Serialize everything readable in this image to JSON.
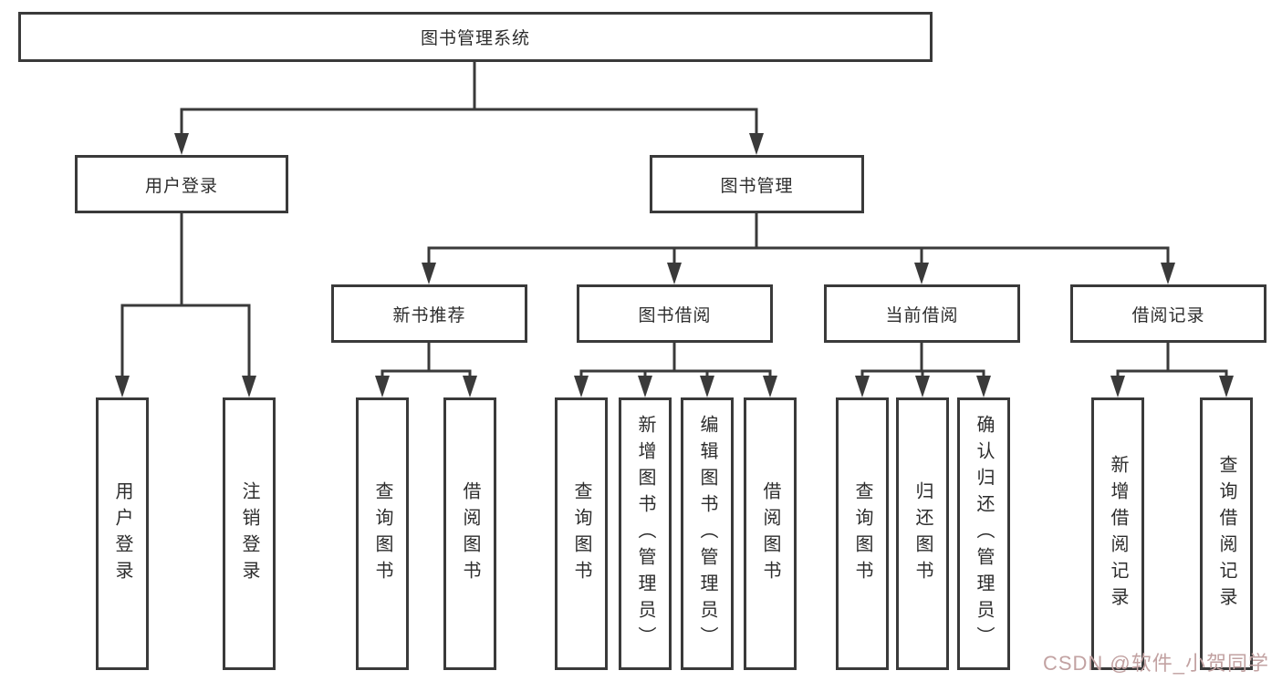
{
  "diagram": {
    "type": "hierarchy-tree",
    "title": "图书管理系统"
  },
  "colors": {
    "line": "#3a3a3a",
    "box_border": "#3a3a3a",
    "text": "#2d2d2d",
    "watermark": "#c2a2a2",
    "background": "#ffffff"
  },
  "watermark": {
    "text": "CSDN @软件_小贺同学"
  },
  "tree": {
    "root": {
      "label": "图书管理系统"
    },
    "branches": [
      {
        "label": "用户登录",
        "leaves": [
          {
            "label": "用户登录"
          },
          {
            "label": "注销登录"
          }
        ]
      },
      {
        "label": "图书管理",
        "groups": [
          {
            "label": "新书推荐",
            "leaves": [
              {
                "label": "查询图书"
              },
              {
                "label": "借阅图书"
              }
            ]
          },
          {
            "label": "图书借阅",
            "leaves": [
              {
                "label": "查询图书"
              },
              {
                "label": "新增图书（管理员）"
              },
              {
                "label": "编辑图书（管理员）"
              },
              {
                "label": "借阅图书"
              }
            ]
          },
          {
            "label": "当前借阅",
            "leaves": [
              {
                "label": "查询图书"
              },
              {
                "label": "归还图书"
              },
              {
                "label": "确认归还（管理员）"
              }
            ]
          },
          {
            "label": "借阅记录",
            "leaves": [
              {
                "label": "新增借阅记录"
              },
              {
                "label": "查询借阅记录"
              }
            ]
          }
        ]
      }
    ]
  }
}
